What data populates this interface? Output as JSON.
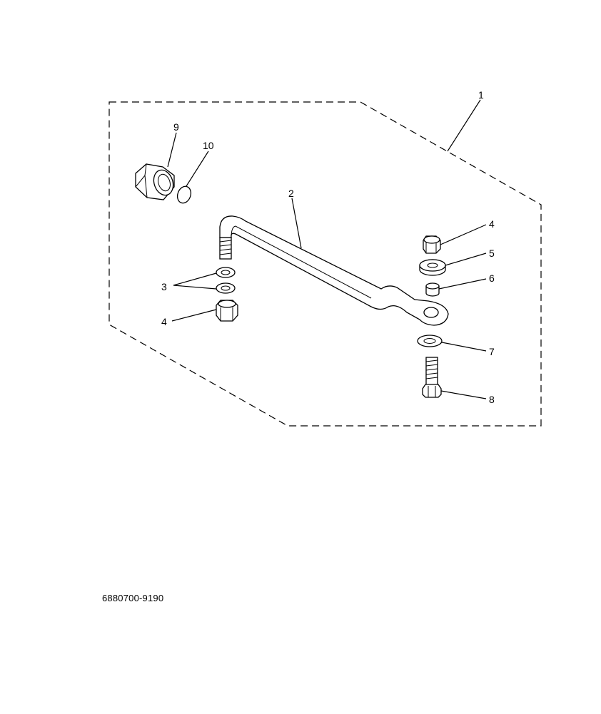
{
  "diagram": {
    "callouts": {
      "c1": "1",
      "c2": "2",
      "c3": "3",
      "c4_left": "4",
      "c4_right": "4",
      "c5": "5",
      "c6": "6",
      "c7": "7",
      "c8": "8",
      "c9": "9",
      "c10": "10"
    },
    "part_number": "6880700-9190"
  }
}
